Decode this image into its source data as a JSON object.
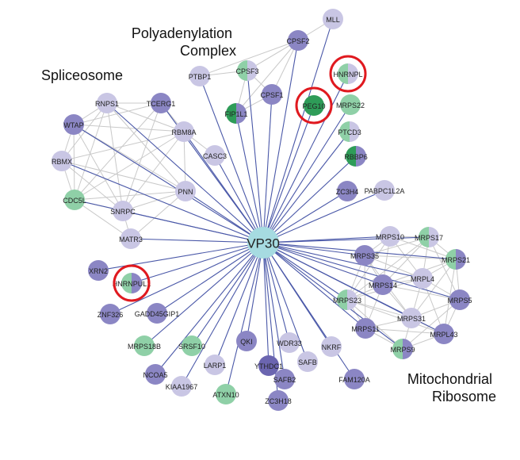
{
  "colors": {
    "spoke": "#4a58a8",
    "cluster_edge": "#c9c9c9",
    "hub": "#a6dbe1",
    "light": "#c9c6e4",
    "medium": "#8b86c4",
    "dark": "#6b65b0",
    "green": "#8fd0a7",
    "dark_green": "#2e9c58",
    "highlight": "#e0191f"
  },
  "clusters": {
    "polyadenylation": [
      "Polyadenylation",
      "Complex"
    ],
    "spliceosome": "Spliceosome",
    "mitochondrial": [
      "Mitochondrial",
      "Ribosome"
    ]
  },
  "hub": {
    "id": "VP30",
    "label": "VP30"
  },
  "nodes": [
    {
      "id": "MLL",
      "label": "MLL",
      "color": "light"
    },
    {
      "id": "CPSF2",
      "label": "CPSF2",
      "color": "medium"
    },
    {
      "id": "PTBP1",
      "label": "PTBP1",
      "color": "light"
    },
    {
      "id": "CPSF3",
      "label": "CPSF3",
      "color": "split",
      "left": "green",
      "right": "light"
    },
    {
      "id": "CPSF1",
      "label": "CPSF1",
      "color": "medium"
    },
    {
      "id": "FIP1L1",
      "label": "FIP1L1",
      "color": "split",
      "left": "dark_green",
      "right": "medium"
    },
    {
      "id": "HNRNPL",
      "label": "HNRNPL",
      "color": "split",
      "left": "green",
      "right": "light",
      "highlight": true
    },
    {
      "id": "PEG10",
      "label": "PEG10",
      "color": "dark_green",
      "highlight": true
    },
    {
      "id": "MRPS22",
      "label": "MRPS22",
      "color": "green"
    },
    {
      "id": "PTCD3",
      "label": "PTCD3",
      "color": "split",
      "left": "green",
      "right": "light"
    },
    {
      "id": "RBBP6",
      "label": "RBBP6",
      "color": "split",
      "left": "dark_green",
      "right": "medium"
    },
    {
      "id": "ZC3H4",
      "label": "ZC3H4",
      "color": "medium"
    },
    {
      "id": "PABPC1L2A",
      "label": "PABPC1L2A",
      "color": "light"
    },
    {
      "id": "RNPS1",
      "label": "RNPS1",
      "color": "light"
    },
    {
      "id": "TCERG1",
      "label": "TCERG1",
      "color": "medium"
    },
    {
      "id": "WTAP",
      "label": "WTAP",
      "color": "medium"
    },
    {
      "id": "RBM8A",
      "label": "RBM8A",
      "color": "light"
    },
    {
      "id": "CASC3",
      "label": "CASC3",
      "color": "light"
    },
    {
      "id": "RBMX",
      "label": "RBMX",
      "color": "light"
    },
    {
      "id": "CDC5L",
      "label": "CDC5L",
      "color": "green"
    },
    {
      "id": "PNN",
      "label": "PNN",
      "color": "light"
    },
    {
      "id": "SNRPC",
      "label": "SNRPC",
      "color": "light"
    },
    {
      "id": "MATR3",
      "label": "MATR3",
      "color": "light"
    },
    {
      "id": "XRN2",
      "label": "XRN2",
      "color": "medium"
    },
    {
      "id": "HNRNPUL1",
      "label": "HNRNPUL1",
      "color": "split",
      "left": "green",
      "right": "medium",
      "highlight": true
    },
    {
      "id": "ZNF326",
      "label": "ZNF326",
      "color": "medium"
    },
    {
      "id": "GADD45GIP1",
      "label": "GADD45GIP1",
      "color": "medium"
    },
    {
      "id": "MRPS18B",
      "label": "MRPS18B",
      "color": "green"
    },
    {
      "id": "NCOA5",
      "label": "NCOA5",
      "color": "medium"
    },
    {
      "id": "SRSF10",
      "label": "SRSF10",
      "color": "green"
    },
    {
      "id": "KIAA1967",
      "label": "KIAA1967",
      "color": "light"
    },
    {
      "id": "LARP1",
      "label": "LARP1",
      "color": "light"
    },
    {
      "id": "ATXN10",
      "label": "ATXN10",
      "color": "green"
    },
    {
      "id": "QKI",
      "label": "QKI",
      "color": "medium"
    },
    {
      "id": "YTHDC1",
      "label": "YTHDC1",
      "color": "dark"
    },
    {
      "id": "WDR33",
      "label": "WDR33",
      "color": "light"
    },
    {
      "id": "SAFB2",
      "label": "SAFB2",
      "color": "medium"
    },
    {
      "id": "SAFB",
      "label": "SAFB",
      "color": "light"
    },
    {
      "id": "ZC3H18",
      "label": "ZC3H18",
      "color": "medium"
    },
    {
      "id": "NKRF",
      "label": "NKRF",
      "color": "light"
    },
    {
      "id": "FAM120A",
      "label": "FAM120A",
      "color": "medium"
    },
    {
      "id": "MRPS10",
      "label": "MRPS10",
      "color": "light"
    },
    {
      "id": "MRPS17",
      "label": "MRPS17",
      "color": "split",
      "left": "green",
      "right": "light"
    },
    {
      "id": "MRPS35",
      "label": "MRPS35",
      "color": "medium"
    },
    {
      "id": "MRPS21",
      "label": "MRPS21",
      "color": "split",
      "left": "green",
      "right": "medium"
    },
    {
      "id": "MRPL4",
      "label": "MRPL4",
      "color": "light"
    },
    {
      "id": "MRPS14",
      "label": "MRPS14",
      "color": "medium"
    },
    {
      "id": "MRPS23",
      "label": "MRPS23",
      "color": "split",
      "left": "green",
      "right": "light"
    },
    {
      "id": "MRPS5",
      "label": "MRPS5",
      "color": "medium"
    },
    {
      "id": "MRPS31",
      "label": "MRPS31",
      "color": "light"
    },
    {
      "id": "MRPS11",
      "label": "MRPS11",
      "color": "medium"
    },
    {
      "id": "MRPL43",
      "label": "MRPL43",
      "color": "medium"
    },
    {
      "id": "MRPS9",
      "label": "MRPS9",
      "color": "split",
      "left": "green",
      "right": "medium"
    }
  ],
  "cluster_edges": [
    [
      "MLL",
      "CPSF2"
    ],
    [
      "CPSF2",
      "CPSF3"
    ],
    [
      "CPSF2",
      "CPSF1"
    ],
    [
      "CPSF2",
      "FIP1L1"
    ],
    [
      "CPSF2",
      "PTBP1"
    ],
    [
      "CPSF3",
      "CPSF1"
    ],
    [
      "CPSF3",
      "FIP1L1"
    ],
    [
      "CPSF3",
      "PTBP1"
    ],
    [
      "CPSF1",
      "FIP1L1"
    ],
    [
      "CPSF3",
      "CPSF2"
    ],
    [
      "RNPS1",
      "TCERG1"
    ],
    [
      "RNPS1",
      "WTAP"
    ],
    [
      "RNPS1",
      "RBM8A"
    ],
    [
      "RNPS1",
      "RBMX"
    ],
    [
      "RNPS1",
      "CDC5L"
    ],
    [
      "RNPS1",
      "PNN"
    ],
    [
      "RNPS1",
      "SNRPC"
    ],
    [
      "TCERG1",
      "RBM8A"
    ],
    [
      "TCERG1",
      "WTAP"
    ],
    [
      "TCERG1",
      "CDC5L"
    ],
    [
      "WTAP",
      "RBMX"
    ],
    [
      "WTAP",
      "CDC5L"
    ],
    [
      "WTAP",
      "SNRPC"
    ],
    [
      "WTAP",
      "PNN"
    ],
    [
      "RBM8A",
      "CASC3"
    ],
    [
      "RBM8A",
      "PNN"
    ],
    [
      "RBM8A",
      "CDC5L"
    ],
    [
      "RBM8A",
      "SNRPC"
    ],
    [
      "RBM8A",
      "RBMX"
    ],
    [
      "RBMX",
      "CDC5L"
    ],
    [
      "RBMX",
      "SNRPC"
    ],
    [
      "RBMX",
      "PNN"
    ],
    [
      "CDC5L",
      "SNRPC"
    ],
    [
      "CDC5L",
      "PNN"
    ],
    [
      "CDC5L",
      "MATR3"
    ],
    [
      "SNRPC",
      "PNN"
    ],
    [
      "SNRPC",
      "MATR3"
    ],
    [
      "PNN",
      "MATR3"
    ],
    [
      "TCERG1",
      "SNRPC"
    ],
    [
      "WTAP",
      "RBM8A"
    ],
    [
      "MRPS10",
      "MRPS17"
    ],
    [
      "MRPS10",
      "MRPS35"
    ],
    [
      "MRPS10",
      "MRPS21"
    ],
    [
      "MRPS10",
      "MRPL4"
    ],
    [
      "MRPS10",
      "MRPS14"
    ],
    [
      "MRPS17",
      "MRPS35"
    ],
    [
      "MRPS17",
      "MRPS21"
    ],
    [
      "MRPS17",
      "MRPL4"
    ],
    [
      "MRPS17",
      "MRPS5"
    ],
    [
      "MRPS17",
      "MRPS14"
    ],
    [
      "MRPS35",
      "MRPS14"
    ],
    [
      "MRPS35",
      "MRPL4"
    ],
    [
      "MRPS35",
      "MRPS23"
    ],
    [
      "MRPS35",
      "MRPS21"
    ],
    [
      "MRPS35",
      "MRPS31"
    ],
    [
      "MRPS21",
      "MRPL4"
    ],
    [
      "MRPS21",
      "MRPS5"
    ],
    [
      "MRPS21",
      "MRPS14"
    ],
    [
      "MRPS21",
      "MRPL43"
    ],
    [
      "MRPL4",
      "MRPS14"
    ],
    [
      "MRPL4",
      "MRPS5"
    ],
    [
      "MRPL4",
      "MRPS31"
    ],
    [
      "MRPL4",
      "MRPS23"
    ],
    [
      "MRPL4",
      "MRPL43"
    ],
    [
      "MRPS14",
      "MRPS23"
    ],
    [
      "MRPS14",
      "MRPS31"
    ],
    [
      "MRPS14",
      "MRPS11"
    ],
    [
      "MRPS14",
      "MRPS5"
    ],
    [
      "MRPS23",
      "MRPS31"
    ],
    [
      "MRPS23",
      "MRPS11"
    ],
    [
      "MRPS23",
      "MRPS9"
    ],
    [
      "MRPS23",
      "MRPL43"
    ],
    [
      "MRPS5",
      "MRPS31"
    ],
    [
      "MRPS5",
      "MRPL43"
    ],
    [
      "MRPS5",
      "MRPS9"
    ],
    [
      "MRPS31",
      "MRPS11"
    ],
    [
      "MRPS31",
      "MRPL43"
    ],
    [
      "MRPS31",
      "MRPS9"
    ],
    [
      "MRPS11",
      "MRPS9"
    ],
    [
      "MRPS11",
      "MRPL43"
    ],
    [
      "MRPL43",
      "MRPS9"
    ],
    [
      "MRPS10",
      "MRPS23"
    ],
    [
      "MRPS17",
      "MRPS23"
    ],
    [
      "MRPS35",
      "MRPS11"
    ],
    [
      "MRPS21",
      "MRPS31"
    ]
  ]
}
